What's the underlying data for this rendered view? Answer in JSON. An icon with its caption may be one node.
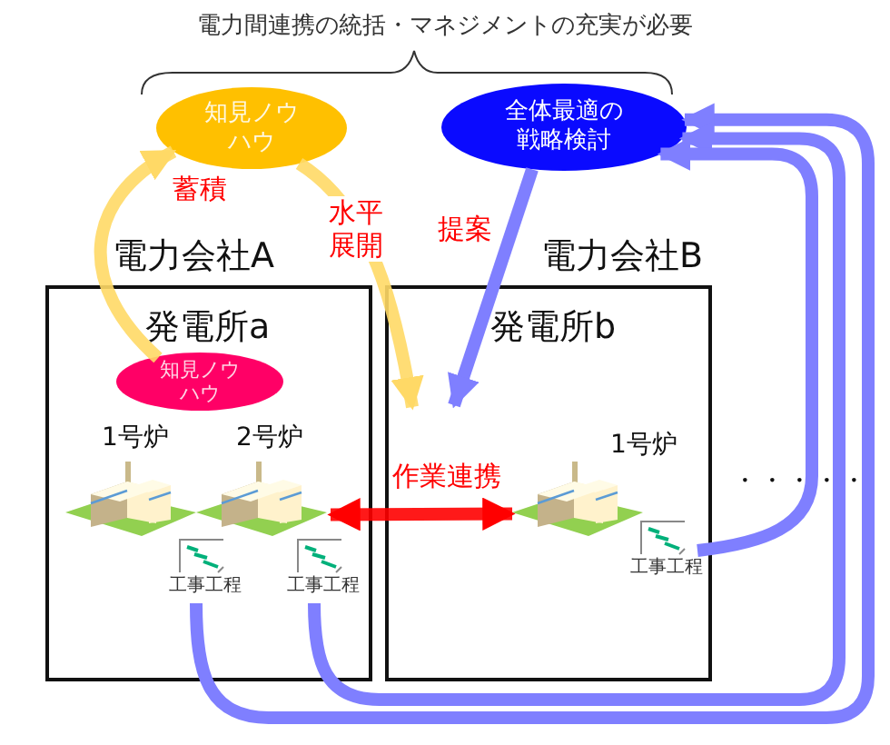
{
  "diagram": {
    "title": "電力間連携の統括・マネジメントの充実が必要",
    "nodes": [
      {
        "text": [
          "電力会社A",
          "発電所a"
        ]
      },
      {
        "text": [
          "電力会社B",
          "発電所b"
        ]
      },
      {
        "text": [
          "知見ノウハウ"
        ]
      },
      {
        "text": [
          "全体最適の戦略検討"
        ]
      },
      {
        "text": [
          "知見ノウハウ"
        ],
        "in": 0
      },
      {
        "text": [
          "1号炉"
        ],
        "in": 0
      },
      {
        "text": [
          "2号炉"
        ],
        "in": 0
      },
      {
        "text": [
          "1号炉"
        ],
        "in": 1
      },
      {
        "text": [
          "工事工程"
        ],
        "in": 0
      },
      {
        "text": [
          "工事工程"
        ],
        "in": 0
      },
      {
        "text": [
          "工事工程"
        ],
        "in": 1
      }
    ],
    "edges": [
      {
        "from": 4,
        "to": 2,
        "arrow": "to",
        "label": "蓄積",
        "color": "#ffd966"
      },
      {
        "from": 2,
        "to": 1,
        "arrow": "to",
        "label": "水平展開",
        "color": "#ffd966"
      },
      {
        "from": 3,
        "to": 1,
        "arrow": "to",
        "label": "提案"
      },
      {
        "from": 6,
        "to": 7,
        "arrow": "both",
        "label": "作業連携",
        "color": "#ff0000"
      },
      {
        "from": 8,
        "to": 3,
        "arrow": "to"
      },
      {
        "from": 9,
        "to": 3,
        "arrow": "to"
      },
      {
        "from": 10,
        "to": 3,
        "arrow": "to"
      }
    ],
    "labels": [
      "・・・・・"
    ]
  }
}
